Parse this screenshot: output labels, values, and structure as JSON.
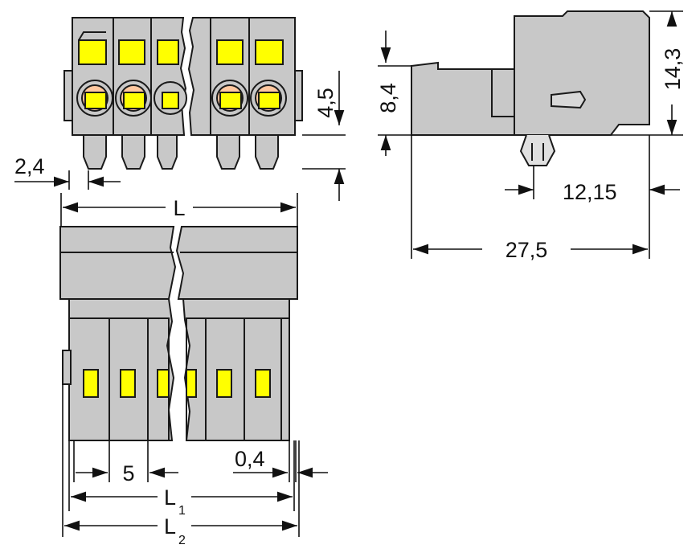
{
  "diagram": {
    "colors": {
      "body": "#c8c8c8",
      "body_dark": "#b4b4b4",
      "outline": "#1a1a1a",
      "latch": "#ffff00",
      "clamp": "#ffc8a0",
      "background": "#ffffff"
    },
    "dimensions": {
      "d_2_4": "2,4",
      "d_4_5": "4,5",
      "d_8_4": "8,4",
      "d_14_3": "14,3",
      "d_12_15": "12,15",
      "d_27_5": "27,5",
      "d_L": "L",
      "d_5": "5",
      "d_0_4": "0,4",
      "d_L1": "L",
      "d_L1_sub": "1",
      "d_L2": "L",
      "d_L2_sub": "2"
    }
  }
}
